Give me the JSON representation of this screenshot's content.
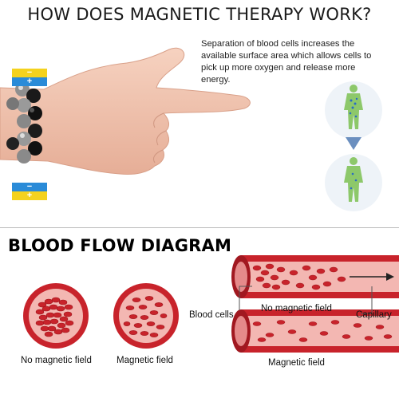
{
  "header": {
    "title": "HOW DOES MAGNETIC THERAPY WORK?",
    "description": "Separation of blood cells increases the available surface area which allows cells to pick up more oxygen and release more energy."
  },
  "polarity": {
    "plus": "+",
    "minus": "−"
  },
  "diagram": {
    "title": "BLOOD FLOW DIAGRAM",
    "circle_left_caption": "No magnetic field",
    "circle_right_caption": "Magnetic field",
    "blood_cells_label": "Blood cells",
    "vessel_top_label": "No magnetic field",
    "capillary_label": "Capillary",
    "vessel_bottom_label": "Magnetic field"
  },
  "colors": {
    "blood_red": "#c8232b",
    "vessel_pink": "#f3b7b2",
    "polarity_yellow": "#f4d21e",
    "polarity_blue": "#2a8bd8",
    "body_green": "#8dc86a"
  }
}
